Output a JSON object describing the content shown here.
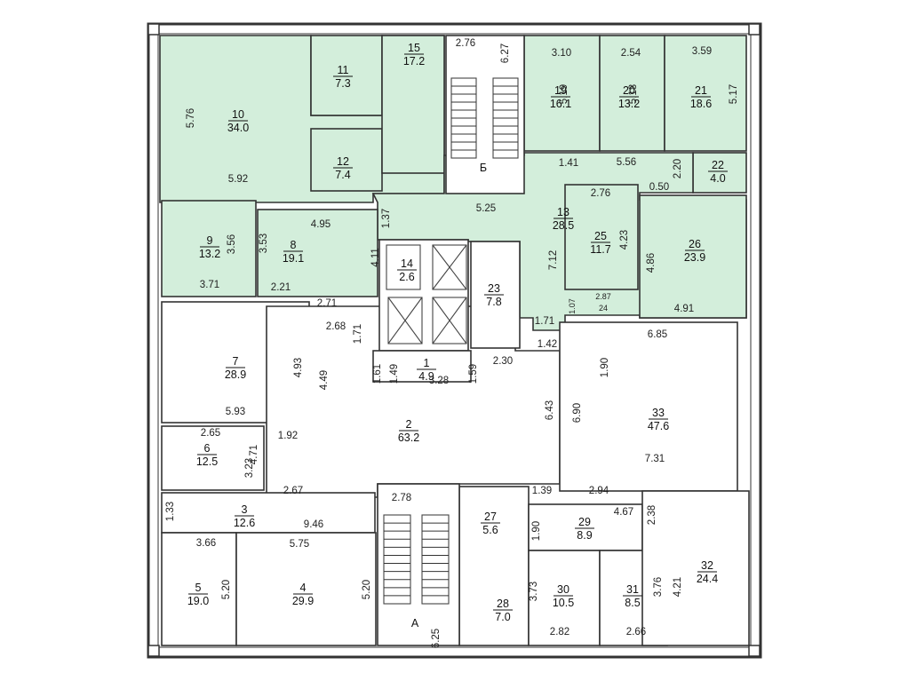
{
  "rooms": [
    {
      "id": "room-10",
      "number": "10",
      "area": "34.0",
      "shaded": true
    },
    {
      "id": "room-11",
      "number": "11",
      "area": "7.3",
      "shaded": true
    },
    {
      "id": "room-12",
      "number": "12",
      "area": "7.4",
      "shaded": true
    },
    {
      "id": "room-15",
      "number": "15",
      "area": "17.2",
      "shaded": true
    },
    {
      "id": "room-19",
      "number": "19",
      "area": "16.1",
      "shaded": true
    },
    {
      "id": "room-20",
      "number": "20",
      "area": "13.2",
      "shaded": true
    },
    {
      "id": "room-21",
      "number": "21",
      "area": "18.6",
      "shaded": true
    },
    {
      "id": "room-22",
      "number": "22",
      "area": "4.0",
      "shaded": true
    },
    {
      "id": "room-13",
      "number": "13",
      "area": "28.5",
      "shaded": true
    },
    {
      "id": "room-25",
      "number": "25",
      "area": "11.7",
      "shaded": true
    },
    {
      "id": "room-26",
      "number": "26",
      "area": "23.9",
      "shaded": true
    },
    {
      "id": "room-9",
      "number": "9",
      "area": "13.2",
      "shaded": true
    },
    {
      "id": "room-8",
      "number": "8",
      "area": "19.1",
      "shaded": true
    },
    {
      "id": "room-14",
      "number": "14",
      "area": "2.6",
      "shaded": false
    },
    {
      "id": "room-23",
      "number": "23",
      "area": "7.8",
      "shaded": false
    },
    {
      "id": "room-1",
      "number": "1",
      "area": "4.9",
      "shaded": false
    },
    {
      "id": "room-7",
      "number": "7",
      "area": "28.9",
      "shaded": false
    },
    {
      "id": "room-2",
      "number": "2",
      "area": "63.2",
      "shaded": false
    },
    {
      "id": "room-33",
      "number": "33",
      "area": "47.6",
      "shaded": false
    },
    {
      "id": "room-6",
      "number": "6",
      "area": "12.5",
      "shaded": false
    },
    {
      "id": "room-3",
      "number": "3",
      "area": "12.6",
      "shaded": false
    },
    {
      "id": "room-5",
      "number": "5",
      "area": "19.0",
      "shaded": false
    },
    {
      "id": "room-4",
      "number": "4",
      "area": "29.9",
      "shaded": false
    },
    {
      "id": "room-27",
      "number": "27",
      "area": "5.6",
      "shaded": false
    },
    {
      "id": "room-28",
      "number": "28",
      "area": "7.0",
      "shaded": false
    },
    {
      "id": "room-29",
      "number": "29",
      "area": "8.9",
      "shaded": false
    },
    {
      "id": "room-30",
      "number": "30",
      "area": "10.5",
      "shaded": false
    },
    {
      "id": "room-31",
      "number": "31",
      "area": "8.5",
      "shaded": false
    },
    {
      "id": "room-32",
      "number": "32",
      "area": "24.4",
      "shaded": false
    }
  ],
  "stairs": [
    {
      "id": "stair-b",
      "label": "Б"
    },
    {
      "id": "stair-a",
      "label": "А"
    }
  ],
  "dimensions": [
    "2.76",
    "6.27",
    "3.10",
    "2.54",
    "3.59",
    "5.19",
    "5.18",
    "5.17",
    "5.76",
    "5.92",
    "1.41",
    "5.56",
    "2.20",
    "0.50",
    "2.76",
    "5.25",
    "1.37",
    "4.95",
    "3.56",
    "3.53",
    "3.71",
    "2.21",
    "4.11",
    "2.71",
    "7.12",
    "4.23",
    "4.86",
    "2.87",
    "1.07",
    "24",
    "4.91",
    "2.68",
    "1.71",
    "1.71",
    "1.42",
    "6.85",
    "1.61",
    "1.49",
    "3.28",
    "1.59",
    "2.30",
    "4.93",
    "4.49",
    "5.93",
    "1.90",
    "6.43",
    "6.90",
    "2.65",
    "4.71",
    "1.92",
    "3.23",
    "7.31",
    "2.67",
    "2.78",
    "1.39",
    "2.94",
    "4.67",
    "2.38",
    "1.33",
    "9.46",
    "1.90",
    "3.66",
    "5.75",
    "5.20",
    "5.20",
    "3.73",
    "3.76",
    "4.21",
    "6.25",
    "2.82",
    "2.66"
  ],
  "colors": {
    "shaded": "#d3eedb",
    "wall": "#333333",
    "background": "#ffffff"
  }
}
